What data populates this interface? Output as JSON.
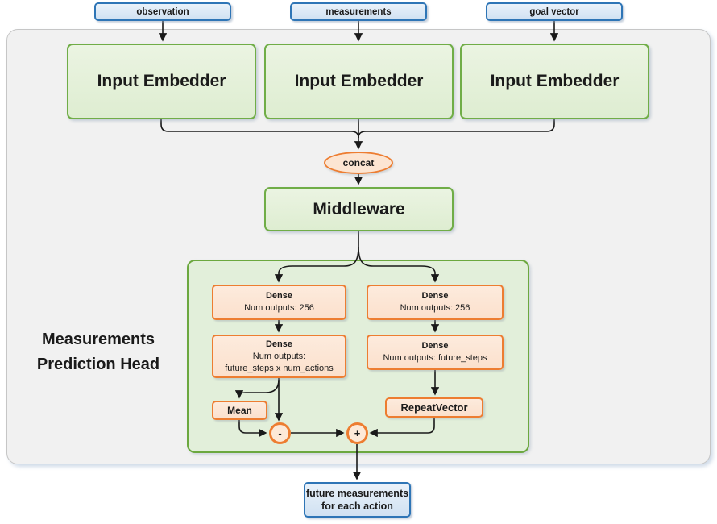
{
  "diagram": {
    "inputs": [
      {
        "label": "observation"
      },
      {
        "label": "measurements"
      },
      {
        "label": "goal vector"
      }
    ],
    "embedders": [
      {
        "label": "Input Embedder"
      },
      {
        "label": "Input Embedder"
      },
      {
        "label": "Input Embedder"
      }
    ],
    "concat_label": "concat",
    "middleware_label": "Middleware",
    "head_label": {
      "line1": "Measurements",
      "line2": "Prediction Head"
    },
    "dense_left_1": {
      "title": "Dense",
      "subtitle": "Num outputs: 256"
    },
    "dense_right_1": {
      "title": "Dense",
      "subtitle": "Num outputs: 256"
    },
    "dense_left_2": {
      "title": "Dense",
      "subtitle": "Num outputs:",
      "subtitle2": "future_steps x num_actions"
    },
    "dense_right_2": {
      "title": "Dense",
      "subtitle": "Num outputs: future_steps"
    },
    "mean_label": "Mean",
    "repeat_vector_label": "RepeatVector",
    "minus_label": "-",
    "plus_label": "+",
    "output": {
      "line1": "future measurements",
      "line2": "for each action"
    },
    "colors": {
      "blue_border": "#2E75B6",
      "blue_fill": "#DEEBF7",
      "green_border": "#70AD47",
      "green_fill": "#E2EFDA",
      "orange_border": "#ED7D31",
      "orange_fill": "#FCE4D6",
      "container_fill": "#F1F1F1",
      "line_color": "#1A1A1A"
    }
  }
}
